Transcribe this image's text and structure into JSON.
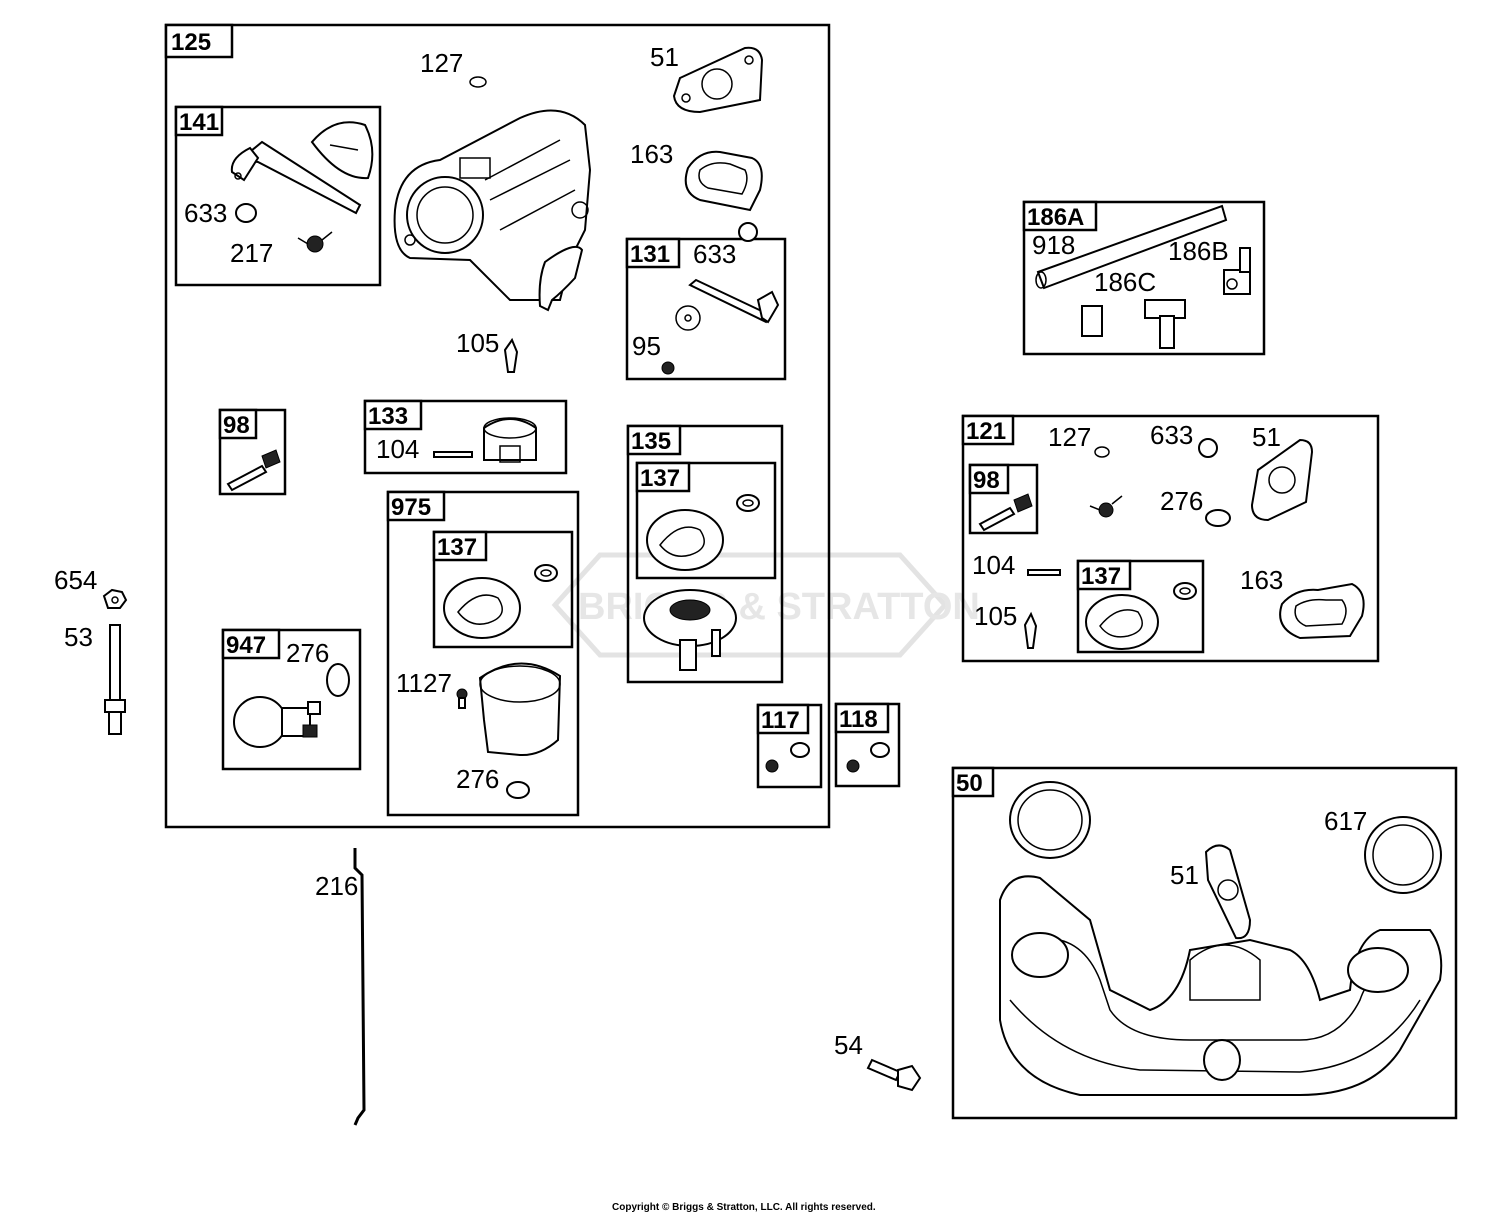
{
  "watermark": {
    "text": "BRIGGS & STRATTON"
  },
  "copyright": "Copyright © Briggs & Stratton, LLC. All rights reserved.",
  "assemblies": {
    "a125": "125",
    "a141": "141",
    "a131": "131",
    "a98": "98",
    "a133": "133",
    "a135": "135",
    "a137_135": "137",
    "a975": "975",
    "a137_975": "137",
    "a947": "947",
    "a117": "117",
    "a118": "118",
    "a186A": "186A",
    "a121": "121",
    "a98_121": "98",
    "a137_121": "137",
    "a50": "50"
  },
  "parts": {
    "p127": "127",
    "p51": "51",
    "p163": "163",
    "p633_141": "633",
    "p217": "217",
    "p633_131": "633",
    "p95": "95",
    "p105": "105",
    "p104_133": "104",
    "p276_947": "276",
    "p1127": "1127",
    "p276_975": "276",
    "p654": "654",
    "p53": "53",
    "p216": "216",
    "p918": "918",
    "p186B": "186B",
    "p186C": "186C",
    "p127_121": "127",
    "p633_121": "633",
    "p51_121": "51",
    "p276_121": "276",
    "p104_121": "104",
    "p163_121": "163",
    "p105_121": "105",
    "p617": "617",
    "p51_50": "51",
    "p54": "54"
  }
}
